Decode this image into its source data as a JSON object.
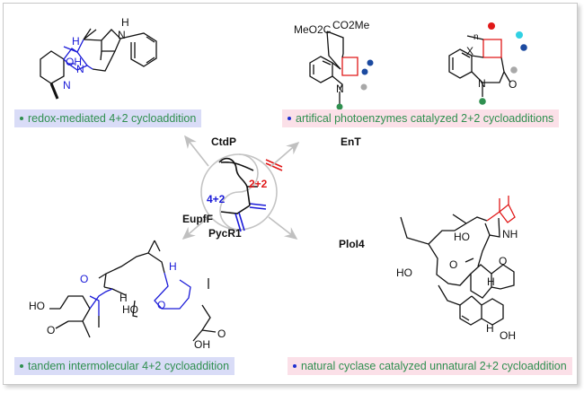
{
  "colors": {
    "four_two": "#1a1ad8",
    "two_two": "#e01818",
    "label_text": "#2f8f4f",
    "label_bg_blue": "#d9dcf7",
    "label_bg_pink": "#fbe0e8",
    "arrow": "#c0c0c0"
  },
  "center": {
    "label_4_2": "4+2",
    "label_2_2": "2+2"
  },
  "enzymes": {
    "top_left": "CtdP",
    "top_right": "EnT",
    "bottom_left_1": "EupfF",
    "bottom_left_2": "PycR1",
    "bottom_right": "PloI4"
  },
  "panels": {
    "top_left": {
      "caption": "redox-mediated 4+2 cycloaddition",
      "atoms": [
        "H",
        "N",
        "H",
        "OH",
        "N",
        "N"
      ]
    },
    "top_right": {
      "caption": "artifical photoenzymes catalyzed 2+2 cycloadditions",
      "atoms": [
        "MeO2C",
        "CO2Me",
        "N",
        "N",
        "O",
        "X",
        "n"
      ]
    },
    "bottom_left": {
      "caption": "tandem intermolecular 4+2 cycloaddition",
      "atoms": [
        "HO",
        "O",
        "O",
        "H",
        "HO",
        "H",
        "O",
        "OH",
        "O"
      ]
    },
    "bottom_right": {
      "caption": "natural cyclase catalyzed unnatural 2+2 cycloaddition",
      "atoms": [
        "HO",
        "NH",
        "O",
        "O",
        "HO",
        "H",
        "H",
        "OH"
      ]
    }
  }
}
